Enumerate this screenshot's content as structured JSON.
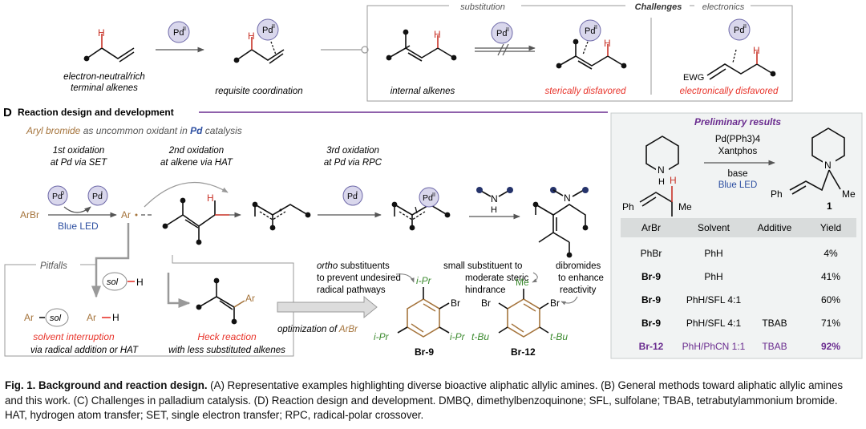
{
  "panel_c": {
    "pd_label": "Pd",
    "pd_sup": "II",
    "h": "H",
    "ewg": "EWG",
    "label_neutral_1": "electron-neutral/rich",
    "label_neutral_2": "terminal alkenes",
    "label_coordination": "requisite coordination",
    "label_internal": "internal alkenes",
    "label_steric": "sterically disfavored",
    "label_electronic": "electronically disfavored",
    "tab_substitution": "substitution",
    "tab_challenges": "Challenges",
    "tab_electronics": "electronics"
  },
  "panel_d": {
    "letter": "D",
    "title": "Reaction design and development",
    "subtitle_aryl": "Aryl bromide",
    "subtitle_mid": " as uncommon oxidant in ",
    "subtitle_pd": "Pd",
    "subtitle_end": " catalysis",
    "ox1_line1": "1st oxidation",
    "ox1_line2": "at Pd via SET",
    "ox2_line1": "2nd oxidation",
    "ox2_line2": "at alkene via HAT",
    "ox3_line1": "3rd oxidation",
    "ox3_line2": "at Pd via RPC",
    "pd0": "Pd",
    "pd0_sup": "0",
    "pd1": "Pd",
    "pd1_sup": "I",
    "pd2_sup": "II",
    "arbr": "ArBr",
    "blue_led": "Blue LED",
    "ar": "Ar",
    "h": "H",
    "n": "N",
    "pitfalls": "Pitfalls",
    "sol": "sol",
    "ar_sol": "Ar",
    "ar_h": "Ar",
    "solvent_interruption": "solvent interruption",
    "via_radical": "via radical addition or HAT",
    "heck": "Heck reaction",
    "heck_sub": "with less substituted alkenes",
    "optimization_prefix": "optimization of ",
    "optimization_arbr": "ArBr",
    "note1_a": "ortho",
    "note1_b": " substituents",
    "note1_c": "to prevent undesired",
    "note1_d": "radical pathways",
    "note2_a": "small substituent to",
    "note2_b": "moderate steric",
    "note2_c": "hindrance",
    "note3_a": "dibromides",
    "note3_b": "to enhance",
    "note3_c": "reactivity",
    "ipr": "i-Pr",
    "tbu": "t-Bu",
    "me": "Me",
    "br": "Br",
    "br9": "Br-9",
    "br12": "Br-12"
  },
  "preliminary": {
    "title": "Preliminary results",
    "reagent1": "Pd(PPh3)4",
    "reagent2": "Xantphos",
    "reagent3": "base",
    "reagent4": "Blue LED",
    "ph": "Ph",
    "me": "Me",
    "n": "N",
    "h": "H",
    "product_no": "1",
    "headers": [
      "ArBr",
      "Solvent",
      "Additive",
      "Yield"
    ],
    "rows": [
      {
        "arbr": "PhBr",
        "solvent": "PhH",
        "additive": "",
        "yield": "4%"
      },
      {
        "arbr": "Br-9",
        "solvent": "PhH",
        "additive": "",
        "yield": "41%"
      },
      {
        "arbr": "Br-9",
        "solvent": "PhH/SFL 4:1",
        "additive": "",
        "yield": "60%"
      },
      {
        "arbr": "Br-9",
        "solvent": "PhH/SFL 4:1",
        "additive": "TBAB",
        "yield": "71%"
      },
      {
        "arbr": "Br-12",
        "solvent": "PhH/PhCN 1:1",
        "additive": "TBAB",
        "yield": "92%"
      }
    ]
  },
  "caption": {
    "bold": "Fig. 1. Background and reaction design.",
    "text": " (A) Representative examples highlighting diverse bioactive aliphatic allylic amines. (B) General methods toward aliphatic allylic amines and this work. (C) Challenges in palladium catalysis. (D) Reaction design and development. DMBQ, dimethylbenzoquinone; SFL, sulfolane; TBAB, tetrabutylammonium bromide. HAT, hydrogen atom transfer; SET, single electron transfer; RPC, radical-polar crossover."
  },
  "colors": {
    "brown": "#a5743c",
    "purple": "#6a2c8f",
    "red": "#e8342b",
    "blue": "#2d4fa1",
    "green": "#3b8a2e",
    "navy": "#25336b",
    "pd_fill": "#d9d7ec",
    "pd_stroke": "#6d68a8",
    "table_bg": "#f1f3f3",
    "table_header": "#d9dcdc"
  }
}
